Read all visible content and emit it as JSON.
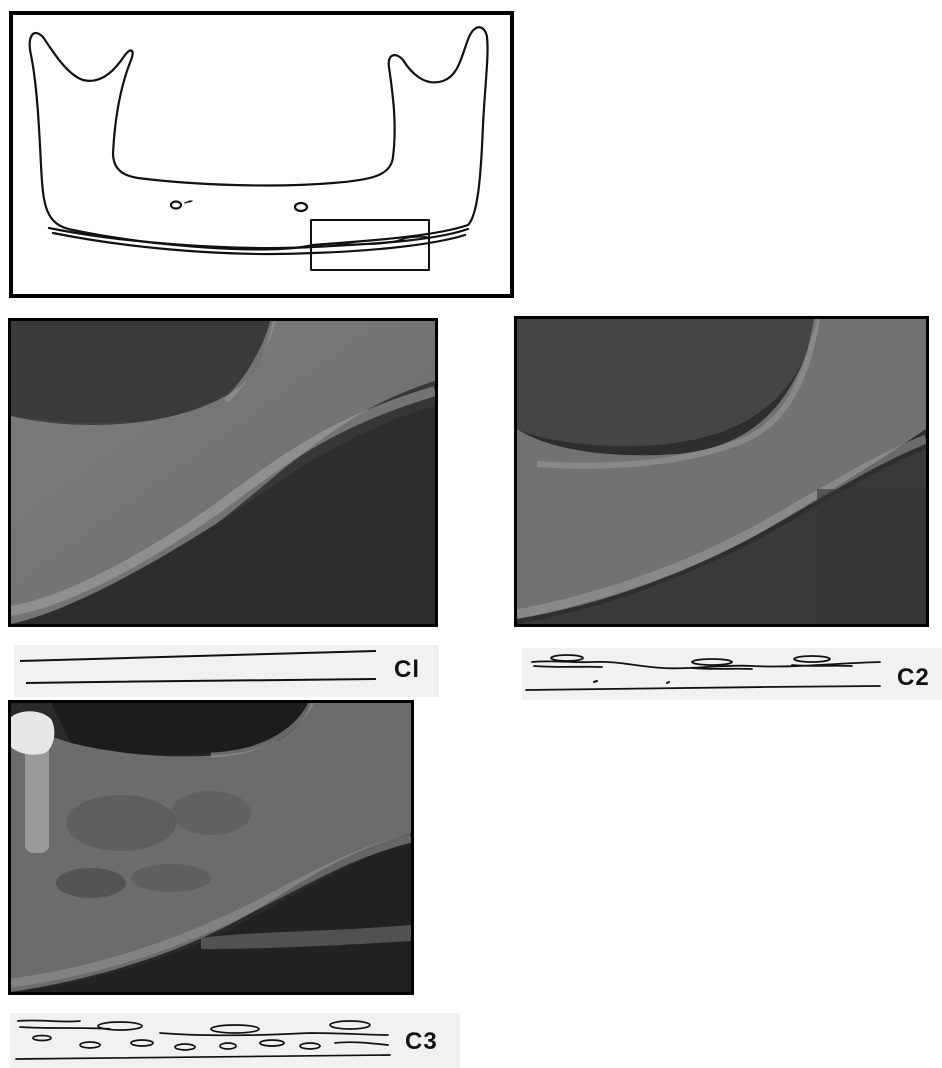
{
  "figure": {
    "panels": [
      {
        "id": "mandible-outline",
        "kind": "line-drawing"
      },
      {
        "id": "radiograph-c1",
        "kind": "radiograph"
      },
      {
        "id": "radiograph-c2",
        "kind": "radiograph"
      },
      {
        "id": "radiograph-c3",
        "kind": "radiograph"
      }
    ],
    "cortex_sketches": [
      {
        "id": "sketch-c1",
        "label": "Cl"
      },
      {
        "id": "sketch-c2",
        "label": "C2"
      },
      {
        "id": "sketch-c3",
        "label": "C3"
      }
    ]
  }
}
